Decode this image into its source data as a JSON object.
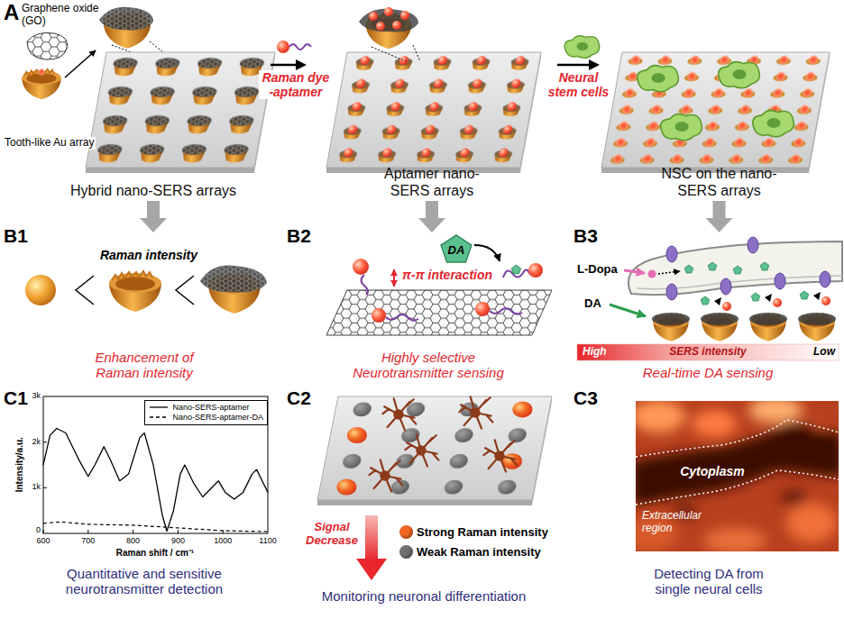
{
  "diagram": {
    "nodes": [
      {
        "text": [
          "Hybrid nano-SERS arrays"
        ]
      },
      {
        "text": [
          "Aptamer nano-SERS arrays"
        ]
      },
      {
        "text": [
          "NSC on the nano-SERS arrays"
        ]
      },
      {
        "text": [
          "Enhancement of Raman intensity"
        ]
      },
      {
        "text": [
          "Highly selective Neurotransmitter sensing"
        ]
      },
      {
        "text": [
          "DA"
        ],
        "in": 4
      },
      {
        "text": [
          "Real-time DA sensing"
        ]
      },
      {
        "text": [
          "Quantitative and sensitive neurotransmitter detection"
        ]
      },
      {
        "text": [
          "Monitoring neuronal differentiation"
        ]
      },
      {
        "text": [
          "Detecting DA from single neural cells"
        ]
      }
    ],
    "edges": [
      {
        "from": 0,
        "to": 1,
        "arrow": "to",
        "label": "Raman dye -aptamer"
      },
      {
        "from": 1,
        "to": 2,
        "arrow": "to",
        "label": "Neural stem cells"
      },
      {
        "from": 0,
        "to": 3,
        "arrow": "to"
      },
      {
        "from": 1,
        "to": 4,
        "arrow": "to"
      },
      {
        "from": 2,
        "to": 6,
        "arrow": "to"
      }
    ],
    "labels": [
      "A",
      "Graphene oxide (GO)",
      "Tooth-like Au array",
      "B1",
      "Raman intensity",
      "B2",
      "π-π interaction",
      "B3",
      "L-Dopa",
      "DA",
      "High",
      "SERS intensity",
      "Low",
      "C1",
      "3k",
      "2k",
      "1k",
      "0",
      "600",
      "700",
      "800",
      "900",
      "1000",
      "1100",
      "Intensity/a.u.",
      "Raman shift / cm⁻¹",
      "C2",
      "Signal Decrease",
      "C3",
      "Cytoplasm",
      "Extracellular region"
    ],
    "legend": [
      {
        "text": "Nano-SERS-aptamer"
      },
      {
        "text": "Nano-SERS-aptamer-DA"
      },
      {
        "text": "Strong Raman intensity",
        "color": "#f26522"
      },
      {
        "text": "Weak Raman intensity",
        "color": "#707070"
      }
    ]
  }
}
